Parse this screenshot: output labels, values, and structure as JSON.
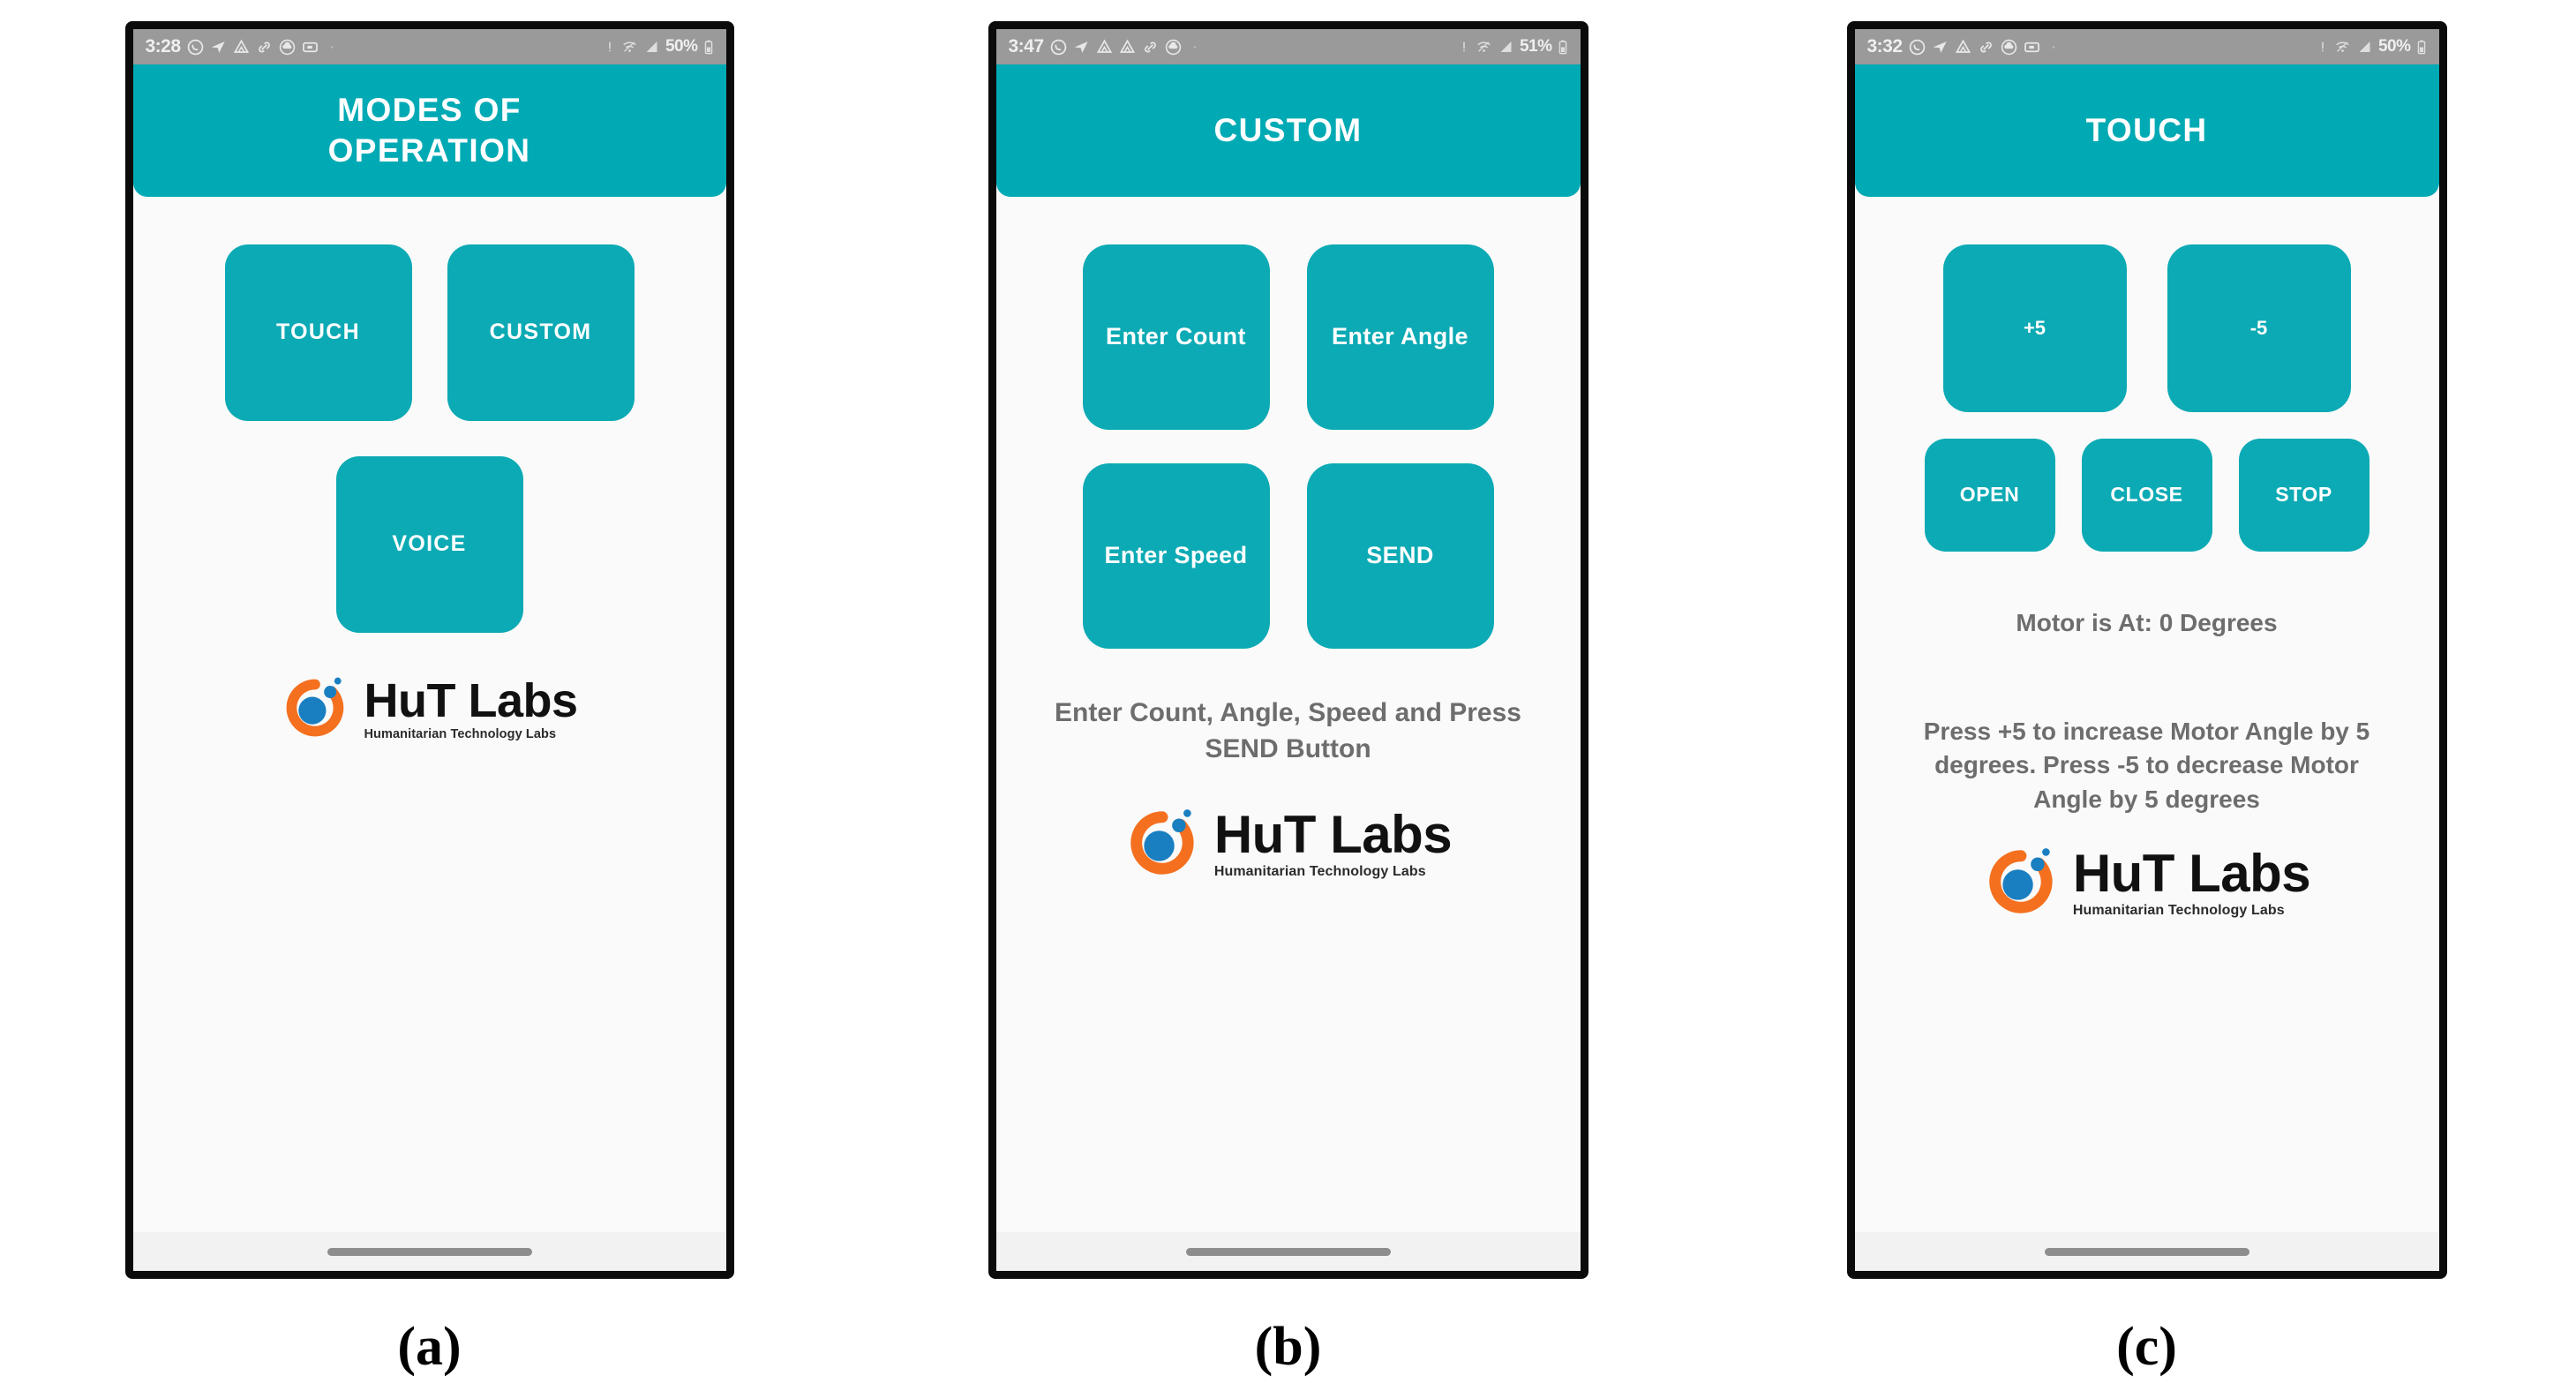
{
  "figure": {
    "panels": [
      {
        "caption": "(a)",
        "status_bar": {
          "time": "3:28",
          "battery_text": "50%",
          "icons": [
            "whatsapp-icon",
            "send-icon",
            "drive-icon",
            "link-icon",
            "cloud-icon",
            "video-icon"
          ],
          "right_icons": [
            "alert-icon",
            "wifi-icon",
            "signal-icon",
            "battery-icon"
          ]
        },
        "app_bar": {
          "title": "MODES OF\nOPERATION",
          "title_line1": "MODES OF",
          "title_line2": "OPERATION"
        },
        "buttons_row1": [
          {
            "label": "TOUCH",
            "name": "touch-button"
          },
          {
            "label": "CUSTOM",
            "name": "custom-button"
          }
        ],
        "buttons_row2": [
          {
            "label": "VOICE",
            "name": "voice-button"
          }
        ],
        "logo": {
          "title": "HuT Labs",
          "subtitle": "Humanitarian Technology Labs"
        }
      },
      {
        "caption": "(b)",
        "status_bar": {
          "time": "3:47",
          "battery_text": "51%",
          "icons": [
            "whatsapp-icon",
            "send-icon",
            "drive-icon",
            "drive-icon",
            "link-icon",
            "cloud-icon"
          ],
          "right_icons": [
            "alert-icon",
            "wifi-icon",
            "signal-icon",
            "battery-icon"
          ]
        },
        "app_bar": {
          "title": "CUSTOM"
        },
        "buttons_row1": [
          {
            "label": "Enter Count",
            "name": "enter-count-button"
          },
          {
            "label": "Enter Angle",
            "name": "enter-angle-button"
          }
        ],
        "buttons_row2": [
          {
            "label": "Enter Speed",
            "name": "enter-speed-button"
          },
          {
            "label": "SEND",
            "name": "send-button"
          }
        ],
        "info_text": "Enter Count, Angle, Speed and Press SEND Button",
        "logo": {
          "title": "HuT Labs",
          "subtitle": "Humanitarian Technology Labs"
        }
      },
      {
        "caption": "(c)",
        "status_bar": {
          "time": "3:32",
          "battery_text": "50%",
          "icons": [
            "whatsapp-icon",
            "send-icon",
            "drive-icon",
            "link-icon",
            "cloud-icon",
            "video-icon"
          ],
          "right_icons": [
            "alert-icon",
            "wifi-icon",
            "signal-icon",
            "battery-icon"
          ]
        },
        "app_bar": {
          "title": "TOUCH"
        },
        "buttons_row1": [
          {
            "label": "+5",
            "name": "increase-angle-button"
          },
          {
            "label": "-5",
            "name": "decrease-angle-button"
          }
        ],
        "buttons_row2": [
          {
            "label": "OPEN",
            "name": "open-button"
          },
          {
            "label": "CLOSE",
            "name": "close-button"
          },
          {
            "label": "STOP",
            "name": "stop-button"
          }
        ],
        "status_text": "Motor is At: 0 Degrees",
        "help_text": "Press +5 to increase Motor Angle by 5 degrees. Press -5 to decrease Motor Angle by 5 degrees",
        "logo": {
          "title": "HuT Labs",
          "subtitle": "Humanitarian Technology Labs"
        }
      }
    ]
  },
  "colors": {
    "teal_appbar": "#00aab4",
    "teal_button": "#0caab4",
    "status_bar_gray": "#9a9a9a",
    "screen_bg": "#fafafa",
    "info_text_gray": "#6d6d6d",
    "logo_orange": "#f4701f",
    "logo_blue": "#1a7fc1"
  }
}
